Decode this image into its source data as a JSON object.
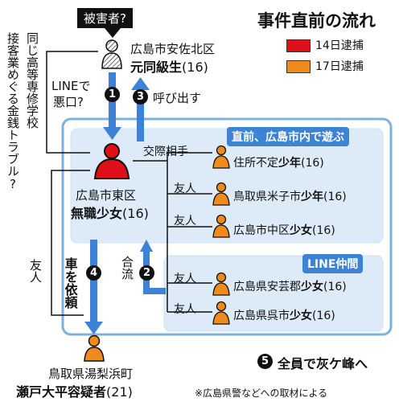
{
  "title": "事件直前の流れ",
  "legend": [
    {
      "label": "14日逮捕",
      "color": "#e0101a"
    },
    {
      "label": "17日逮捕",
      "color": "#f08a1c"
    }
  ],
  "victim": {
    "tag": "被害者?",
    "place": "広島市安佐北区",
    "role": "元同級生",
    "age": "(16)"
  },
  "center": {
    "place": "広島市東区",
    "role": "無職少女",
    "age": "(16)"
  },
  "suspect": {
    "place": "鳥取県湯梨浜町",
    "role": "瀬戸大平容疑者",
    "age": "(21)"
  },
  "side_note": {
    "line1": "同じ高等専修学校",
    "line2": "接客業めぐる金銭トラブル?"
  },
  "steps": {
    "s1": {
      "num": "1",
      "text_a": "LINEで",
      "text_b": "悪口?"
    },
    "s2": {
      "num": "2",
      "text": "合流"
    },
    "s3": {
      "num": "3",
      "text": "呼び出す"
    },
    "s4": {
      "num": "4",
      "text": "車を依頼"
    },
    "s5": {
      "num": "5",
      "text": "全員で灰ケ峰へ"
    }
  },
  "friend_label": "友人",
  "group1": {
    "title": "直前、広島市内で遊ぶ",
    "members": [
      {
        "relation": "交際相手",
        "place": "住所不定",
        "role": "少年",
        "age": "(16)"
      },
      {
        "relation": "友人",
        "place": "鳥取県米子市",
        "role": "少年",
        "age": "(16)"
      },
      {
        "relation": "友人",
        "place": "広島市中区",
        "role": "少女",
        "age": "(16)"
      }
    ]
  },
  "group2": {
    "title": "LINE仲間",
    "members": [
      {
        "relation": "友人",
        "place": "広島県安芸郡",
        "role": "少女",
        "age": "(16)"
      },
      {
        "relation": "友人",
        "place": "広島県呉市",
        "role": "少女",
        "age": "(16)"
      }
    ]
  },
  "source": "※広島県警などへの取材による"
}
